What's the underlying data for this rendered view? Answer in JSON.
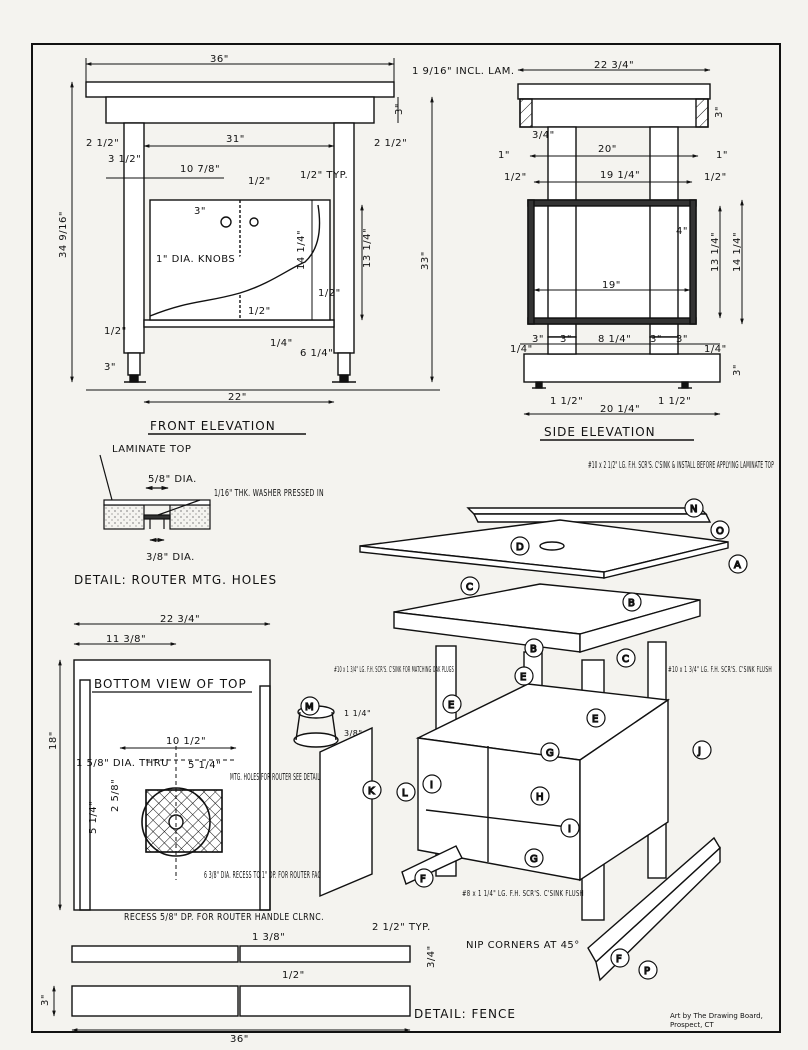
{
  "front": {
    "title": "FRONT ELEVATION",
    "dims": {
      "width_36": "36\"",
      "laminate_note": "1 9/16\" INCL. LAM.",
      "apron_3": "3\"",
      "left_2_5": "2 1/2\"",
      "right_2_5": "2 1/2\"",
      "inner_31": "31\"",
      "inset_3_5": "3 1/2\"",
      "knob_10_7_8": "10 7/8\"",
      "half_top": "1/2\"",
      "typ_half": "1/2\" TYP.",
      "knob_3": "3\"",
      "knobs_note": "1\" DIA. KNOBS",
      "h_14_1_4": "14 1/4\"",
      "h_13_1_4": "13 1/4\"",
      "half_mid": "1/2\"",
      "half_low": "1/2\"",
      "overall_34": "34 9/16\"",
      "overall_33": "33\"",
      "bottom_half": "1/2\"",
      "foot_3": "3\"",
      "quarter": "1/4\"",
      "six_1_4": "6 1/4\"",
      "bottom_22": "22\""
    }
  },
  "side": {
    "title": "SIDE ELEVATION",
    "dims": {
      "top_22_3_4": "22 3/4\"",
      "three": "3\"",
      "three_qtr": "3/4\"",
      "one_left": "1\"",
      "twenty": "20\"",
      "one_right": "1\"",
      "half_left": "1/2\"",
      "nineteen_qtr": "19 1/4\"",
      "half_right": "1/2\"",
      "four": "4\"",
      "nineteen": "19\"",
      "h_13_1_4": "13 1/4\"",
      "h_14_1_4": "14 1/4\"",
      "b_3a": "3\"",
      "b_3b": "3\"",
      "b_8_1_4": "8 1/4\"",
      "b_3c": "3\"",
      "b_3d": "3\"",
      "s_quarter_l": "1/4\"",
      "s_quarter_r": "1/4\"",
      "foot_3": "3\"",
      "foot_1_5_l": "1 1/2\"",
      "foot_1_5_r": "1 1/2\"",
      "bottom_20_1_4": "20 1/4\""
    }
  },
  "router_detail": {
    "title": "DETAIL: ROUTER MTG. HOLES",
    "laminate_top": "LAMINATE TOP",
    "dia_5_8": "5/8\" DIA.",
    "washer": "1/16\" THK. WASHER PRESSED IN",
    "dia_3_8": "3/8\" DIA."
  },
  "bottom_view": {
    "title": "BOTTOM VIEW OF TOP",
    "w_22_3_4": "22 3/4\"",
    "w_11_3_8": "11 3/8\"",
    "h_18": "18\"",
    "w_10_1_2": "10 1/2\"",
    "w_5_1_4": "5 1/4\"",
    "dia_1_5_8": "1 5/8\" DIA. THRU",
    "h_5_1_4": "5 1/4\"",
    "h_2_5_8": "2 5/8\"",
    "mtg_note": "MTG. HOLES FOR ROUTER SEE DETAIL",
    "recess_dia": "6 3/8\" DIA. RECESS TO 1\" DP. FOR ROUTER FACE",
    "recess_handle": "RECESS 5/8\" DP. FOR ROUTER HANDLE CLRNC."
  },
  "fence": {
    "title": "DETAIL: FENCE",
    "d_2_1_2": "2 1/2\" TYP.",
    "d_1_3_8": "1 3/8\"",
    "d_half": "1/2\"",
    "d_3_4": "3/4\"",
    "d_3": "3\"",
    "d_36": "36\""
  },
  "exploded": {
    "screw_note_top": "#10 x 2 1/2\" LG. F.H. SCR'S. C'SINK & INSTALL BEFORE APPLYING LAMINATE TOP",
    "screw_note_left": "#10 x 1 3/4\" LG. F.H. SCR'S. C'SINK FOR MATCHING OAK PLUGS",
    "screw_note_right": "#10 x 1 3/4\" LG. F.H. SCR'S. C'SINK FLUSH",
    "screw_note_low": "#8 x 1 1/4\" LG. F.H. SCR'S. C'SINK FLUSH",
    "nip_note": "NIP CORNERS AT 45°",
    "m_dims": "1 1/4\"",
    "m_dims2": "3/8\"",
    "labels": [
      "A",
      "B",
      "B",
      "C",
      "C",
      "D",
      "E",
      "E",
      "E",
      "F",
      "F",
      "G",
      "G",
      "H",
      "I",
      "I",
      "J",
      "K",
      "L",
      "M",
      "N",
      "O",
      "P"
    ]
  },
  "credit": {
    "line1": "Art by The Drawing Board,",
    "line2": "Prospect, CT"
  }
}
